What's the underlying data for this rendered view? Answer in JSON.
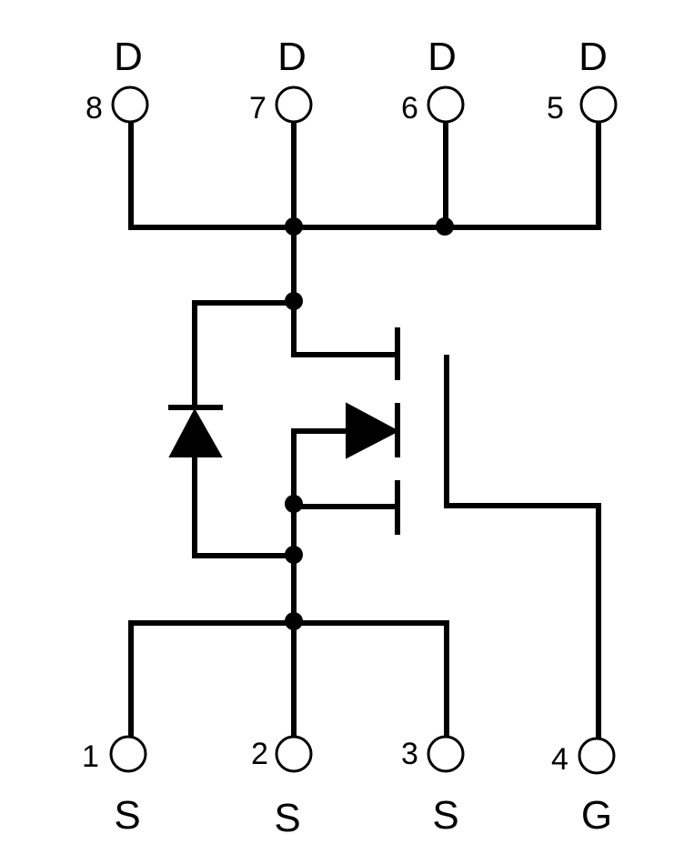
{
  "pins": {
    "top": [
      {
        "number": "8",
        "name": "D"
      },
      {
        "number": "7",
        "name": "D"
      },
      {
        "number": "6",
        "name": "D"
      },
      {
        "number": "5",
        "name": "D"
      }
    ],
    "bottom": [
      {
        "number": "1",
        "name": "S"
      },
      {
        "number": "2",
        "name": "S"
      },
      {
        "number": "3",
        "name": "S"
      },
      {
        "number": "4",
        "name": "G"
      }
    ]
  },
  "colors": {
    "ink": "#000000",
    "background": "#ffffff"
  }
}
